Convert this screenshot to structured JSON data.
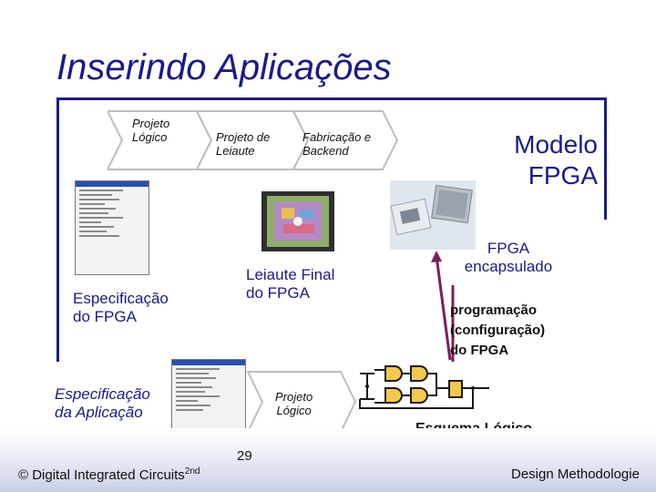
{
  "title": "Inserindo Aplicações",
  "flow_top": {
    "step1": "Projeto\nLógico",
    "step2": "Projeto de\nLeiaute",
    "step3": "Fabricação e\nBackend"
  },
  "modelo_fpga": "Modelo\nFPGA",
  "fpga_encapsulado": "FPGA\nencapsulado",
  "especificacao_fpga": "Especificação\ndo FPGA",
  "leiaute_final": "Leiaute Final\ndo FPGA",
  "programacao": "programação\n(configuração)\ndo FPGA",
  "especificacao_aplicacao": "Especificação\nda Aplicação",
  "flow_bottom": {
    "step1": "Projeto\nLógico"
  },
  "esquema": "Esquema Lógico\nda Aplicação",
  "footer": {
    "copyright": "© Digital Integrated Circuits",
    "edition": "2nd",
    "page": "29",
    "right": "Design Methodologie"
  },
  "colors": {
    "title_blue": "#1a1a8c",
    "arrow_purple": "#7a1f5c",
    "chevron_gray": "#bdbdbd"
  },
  "icons": [
    "window-screenshot-icon",
    "chip-layout-icon",
    "fpga-package-icon",
    "logic-schematic-icon"
  ]
}
